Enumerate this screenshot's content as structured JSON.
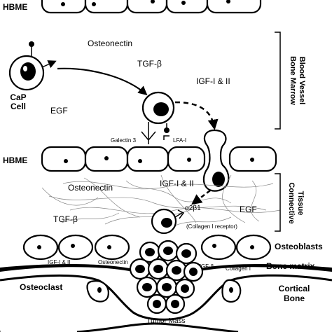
{
  "labels": {
    "hbme_top": "HBME",
    "osteonectin_top": "Osteonectin",
    "tgfb_top": "TGF-β",
    "igf_top": "IGF-I & II",
    "cap_line1": "CaP",
    "cap_line2": "Cell",
    "egf_top": "EGF",
    "galectin": "Galectin 3",
    "lfa": "LFA-I",
    "hbme_mid": "HBME",
    "osteonectin_mid": "Osteonectin",
    "igf_mid": "IGF-I & II",
    "tgfb_mid": "TGF-β",
    "egf_mid": "EGF",
    "integrin": "α2β1",
    "collagen_receptor": "(Collagen I receptor)",
    "osteoblasts": "Osteoblasts",
    "igf_low": "IGF-I & II",
    "osteonectin_low": "Osteonectin",
    "tgfb_low": "TGF-β",
    "collagen_low": "Collagen I",
    "bone_matrix": "Bone matrix",
    "osteoclast": "Osteoclast",
    "cortical_line1": "Cortical",
    "cortical_line2": "Bone",
    "tumor_mass": "Tumor Mass"
  },
  "brackets": {
    "blood_vessel_line1": "Bone Marrow",
    "blood_vessel_line2": "Blood Vessel",
    "connective_line1": "Connective",
    "connective_line2": "Tissue"
  }
}
